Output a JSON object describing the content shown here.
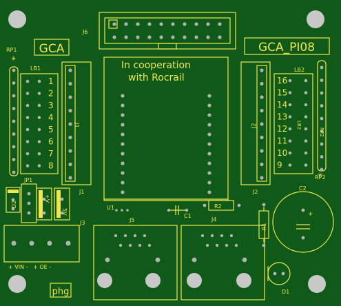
{
  "board": {
    "colors": {
      "pcb": "#0f5a18",
      "silk": "#f0e650",
      "pad": "#b3b3b3",
      "hole": "#c8c8c8"
    },
    "logo_left": "GCA",
    "logo_right": "GCA_PI08",
    "cooperation_line1": "In cooperation",
    "cooperation_line2": "with Rocrail",
    "signature": "phg"
  },
  "labels": {
    "rp1": "RP1",
    "rp2": "RP2",
    "lb1": "LB1",
    "lb2": "LB2",
    "j1": "J1",
    "j1_vertical": "J1",
    "j2": "J2",
    "j2_vertical": "J2",
    "j3": "J3",
    "j4": "J4",
    "j5": "J5",
    "j6": "J6",
    "jp1": "JP1",
    "d1": "D1",
    "d2": "D2",
    "c1": "C1",
    "c2": "C2",
    "r1": "R1",
    "r2": "R2",
    "u1": "U1",
    "lb2_vertical": "LB2",
    "rp2_vertical": "RP2",
    "plus_v": "+V",
    "five_v": "5V",
    "vin_row": "+ VIN -   + OE -",
    "plus_cap": "+"
  },
  "lb1_numbers": [
    "1",
    "2",
    "3",
    "4",
    "5",
    "6",
    "7",
    "8"
  ],
  "lb2_numbers": [
    "16",
    "15",
    "14",
    "13",
    "12",
    "11",
    "10",
    "9"
  ]
}
